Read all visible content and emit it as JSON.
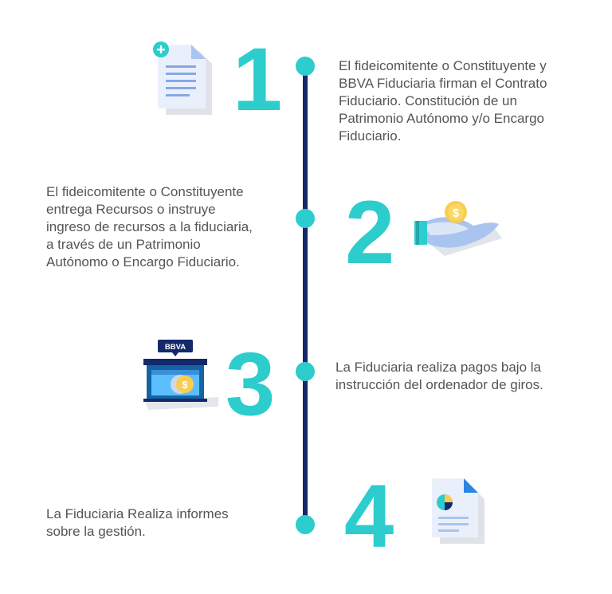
{
  "colors": {
    "accent": "#2dcccd",
    "line": "#13296b",
    "text": "#555555",
    "coin": "#f8cd51"
  },
  "steps": [
    {
      "number": "1",
      "icon": "document-add-icon",
      "text": "El fideicomitente o Constituyente y\nBBVA Fiduciaria firman el Contrato\nFiduciario. Constitución de un\nPatrimonio Autónomo y/o Encargo\nFiduciario."
    },
    {
      "number": "2",
      "icon": "hand-coin-icon",
      "text": "El fideicomitente o Constituyente\nentrega Recursos o instruye\ningreso de recursos a la fiduciaria,\na través de un Patrimonio\nAutónomo o Encargo Fiduciario."
    },
    {
      "number": "3",
      "icon": "bank-branch-icon",
      "sign": "BBVA",
      "text": "La Fiduciaria  realiza pagos bajo la\ninstrucción del ordenador de giros."
    },
    {
      "number": "4",
      "icon": "report-chart-icon",
      "text": "La Fiduciaria Realiza informes\nsobre la gestión."
    }
  ]
}
